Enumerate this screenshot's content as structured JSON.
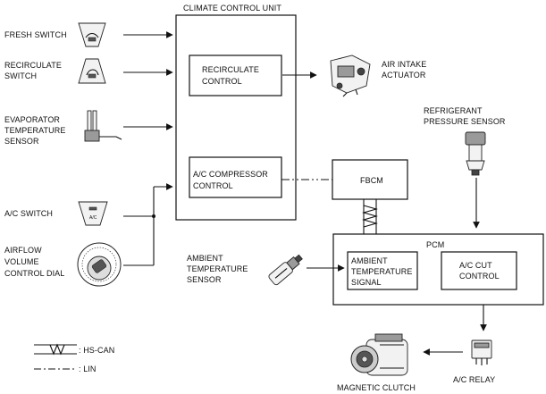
{
  "labels": {
    "climate_control_unit": "CLIMATE CONTROL UNIT",
    "fresh_switch": "FRESH SWITCH",
    "recirculate_switch_1": "RECIRCULATE",
    "recirculate_switch_2": "SWITCH",
    "evap_sensor_1": "EVAPORATOR",
    "evap_sensor_2": "TEMPERATURE",
    "evap_sensor_3": "SENSOR",
    "ac_switch": "A/C SWITCH",
    "airflow_dial_1": "AIRFLOW",
    "airflow_dial_2": "VOLUME",
    "airflow_dial_3": "CONTROL DIAL",
    "recirc_control_1": "RECIRCULATE",
    "recirc_control_2": "CONTROL",
    "ac_comp_control_1": "A/C COMPRESSOR",
    "ac_comp_control_2": "CONTROL",
    "air_intake_1": "AIR INTAKE",
    "air_intake_2": "ACTUATOR",
    "refrig_sensor_1": "REFRIGERANT",
    "refrig_sensor_2": "PRESSURE SENSOR",
    "fbcm": "FBCM",
    "pcm": "PCM",
    "ambient_sensor_1": "AMBIENT",
    "ambient_sensor_2": "TEMPERATURE",
    "ambient_sensor_3": "SENSOR",
    "ambient_signal_1": "AMBIENT",
    "ambient_signal_2": "TEMPERATURE",
    "ambient_signal_3": "SIGNAL",
    "ac_cut_1": "A/C CUT",
    "ac_cut_2": "CONTROL",
    "magnetic_clutch": "MAGNETIC CLUTCH",
    "ac_relay": "A/C RELAY",
    "ac_switch_icon_text": "A/C",
    "legend_hscan": ": HS-CAN",
    "legend_lin": ": LIN"
  },
  "icons": {
    "fresh_switch": "fresh-air-switch-icon",
    "recirculate_switch": "recirculate-switch-icon",
    "evaporator_sensor": "evaporator-temperature-sensor-icon",
    "ac_switch": "ac-switch-icon",
    "airflow_dial": "airflow-dial-icon",
    "air_intake_actuator": "air-intake-actuator-icon",
    "refrigerant_sensor": "refrigerant-pressure-sensor-icon",
    "ambient_sensor": "ambient-temperature-sensor-icon",
    "magnetic_clutch": "magnetic-clutch-icon",
    "ac_relay": "ac-relay-icon"
  },
  "colors": {
    "line": "#111111",
    "background": "#ffffff"
  }
}
